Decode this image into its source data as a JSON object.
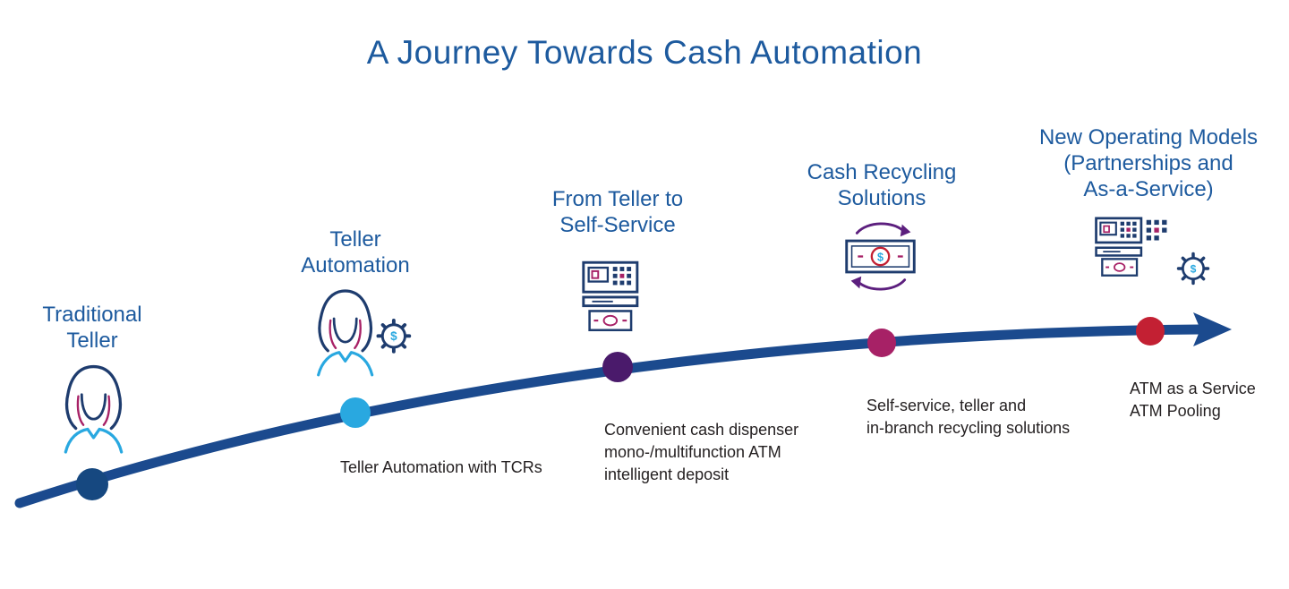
{
  "title": "A Journey Towards Cash Automation",
  "colors": {
    "title_blue": "#1D5A9E",
    "curve_blue": "#1B4A8E",
    "light_blue": "#29A8E0",
    "magenta": "#A72166",
    "purple": "#5C1F7E",
    "red": "#C32033",
    "caption_text": "#231F20"
  },
  "milestones": [
    {
      "name": "traditional-teller",
      "label_lines": [
        "Traditional",
        "Teller"
      ],
      "caption_lines": [],
      "dot_color": "#164880",
      "icon": "teller-icon"
    },
    {
      "name": "teller-automation",
      "label_lines": [
        "Teller",
        "Automation"
      ],
      "caption_lines": [
        "Teller Automation with TCRs"
      ],
      "dot_color": "#29A8E0",
      "icon": "teller-gear-icon"
    },
    {
      "name": "from-teller-to-self-service",
      "label_lines": [
        "From Teller to",
        "Self-Service"
      ],
      "caption_lines": [
        "Convenient cash dispenser",
        "mono-/multifunction ATM",
        "intelligent deposit"
      ],
      "dot_color": "#4A1A6B",
      "icon": "atm-icon"
    },
    {
      "name": "cash-recycling-solutions",
      "label_lines": [
        "Cash Recycling",
        "Solutions"
      ],
      "caption_lines": [
        "Self-service, teller and",
        "in-branch recycling solutions"
      ],
      "dot_color": "#A72166",
      "icon": "cash-recycling-icon"
    },
    {
      "name": "new-operating-models",
      "label_lines": [
        "New Operating Models",
        "(Partnerships and",
        "As-a-Service)"
      ],
      "caption_lines": [
        "ATM as a Service",
        "ATM Pooling"
      ],
      "dot_color": "#C32033",
      "icon": "atm-gear-icon"
    }
  ]
}
